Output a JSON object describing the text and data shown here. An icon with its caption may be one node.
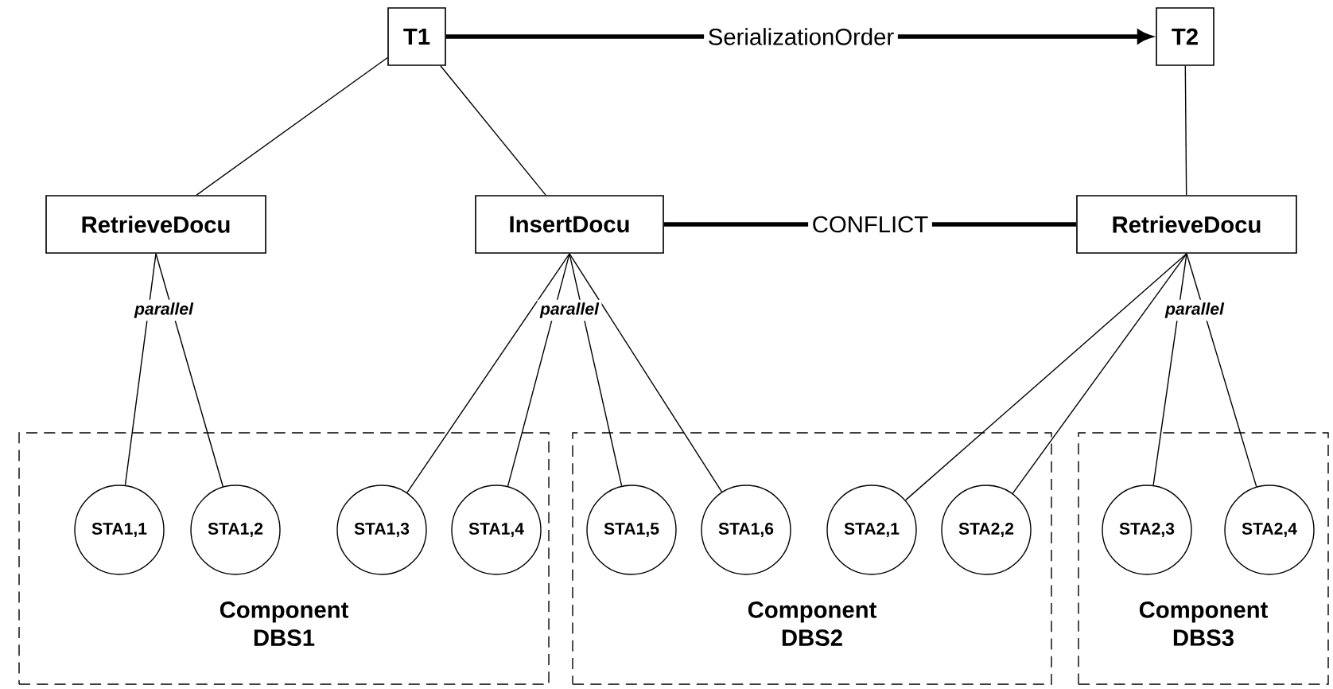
{
  "diagram": {
    "nodes": [
      {
        "text": [
          "T1"
        ]
      },
      {
        "text": [
          "T2"
        ]
      },
      {
        "text": [
          "RetrieveDocu"
        ],
        "beside": [
          "parallel"
        ]
      },
      {
        "text": [
          "InsertDocu"
        ],
        "beside": [
          "parallel"
        ]
      },
      {
        "text": [
          "RetrieveDocu"
        ],
        "beside": [
          "parallel"
        ]
      },
      {
        "text": [
          "Component DBS1"
        ]
      },
      {
        "text": [
          "STA1,1"
        ],
        "in": 5
      },
      {
        "text": [
          "STA1,2"
        ],
        "in": 5
      },
      {
        "text": [
          "STA1,3"
        ],
        "in": 5
      },
      {
        "text": [
          "STA1,4"
        ],
        "in": 5
      },
      {
        "text": [
          "Component DBS2"
        ]
      },
      {
        "text": [
          "STA1,5"
        ],
        "in": 10
      },
      {
        "text": [
          "STA1,6"
        ],
        "in": 10
      },
      {
        "text": [
          "STA2,1"
        ],
        "in": 10
      },
      {
        "text": [
          "STA2,2"
        ],
        "in": 10
      },
      {
        "text": [
          "Component DBS3"
        ]
      },
      {
        "text": [
          "STA2,3"
        ],
        "in": 15
      },
      {
        "text": [
          "STA2,4"
        ],
        "in": 15
      }
    ],
    "edges": [
      {
        "from": 0,
        "to": 1,
        "arrow": "to",
        "label": "SerializationOrder",
        "style": "thick"
      },
      {
        "from": 0,
        "to": 2,
        "arrow": "none"
      },
      {
        "from": 0,
        "to": 3,
        "arrow": "none"
      },
      {
        "from": 1,
        "to": 4,
        "arrow": "none"
      },
      {
        "from": 3,
        "to": 4,
        "arrow": "none",
        "label": "CONFLICT",
        "style": "thick"
      },
      {
        "from": 2,
        "to": 6,
        "arrow": "none"
      },
      {
        "from": 2,
        "to": 7,
        "arrow": "none"
      },
      {
        "from": 3,
        "to": 8,
        "arrow": "none"
      },
      {
        "from": 3,
        "to": 9,
        "arrow": "none"
      },
      {
        "from": 3,
        "to": 11,
        "arrow": "none"
      },
      {
        "from": 3,
        "to": 12,
        "arrow": "none"
      },
      {
        "from": 4,
        "to": 13,
        "arrow": "none"
      },
      {
        "from": 4,
        "to": 14,
        "arrow": "none"
      },
      {
        "from": 4,
        "to": 16,
        "arrow": "none"
      },
      {
        "from": 4,
        "to": 17,
        "arrow": "none"
      }
    ]
  }
}
